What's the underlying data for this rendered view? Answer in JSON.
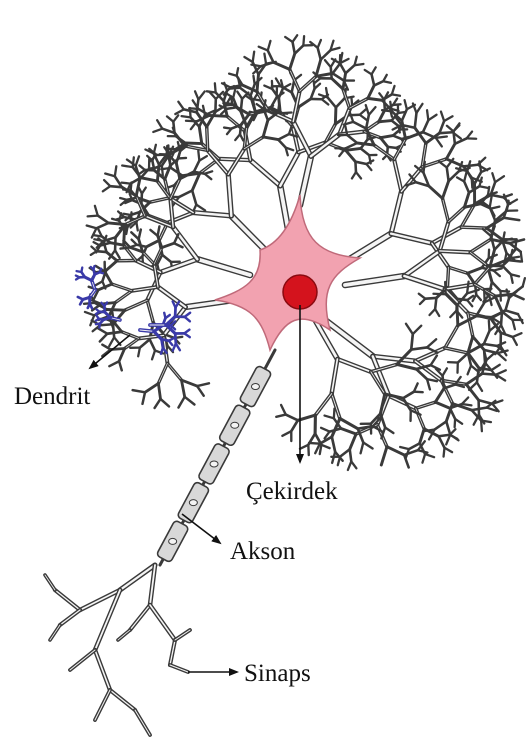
{
  "labels": {
    "dendrite": "Dendrit",
    "nucleus": "Çekirdek",
    "axon": "Akson",
    "synapse": "Sinaps"
  },
  "colors": {
    "soma": "#f2a2b0",
    "nucleus": "#d4131d",
    "highlighted_dendrite": "#3a3aa8",
    "neuron_outline": "#3a3a3a",
    "neuron_fill": "#d8d8d8"
  }
}
